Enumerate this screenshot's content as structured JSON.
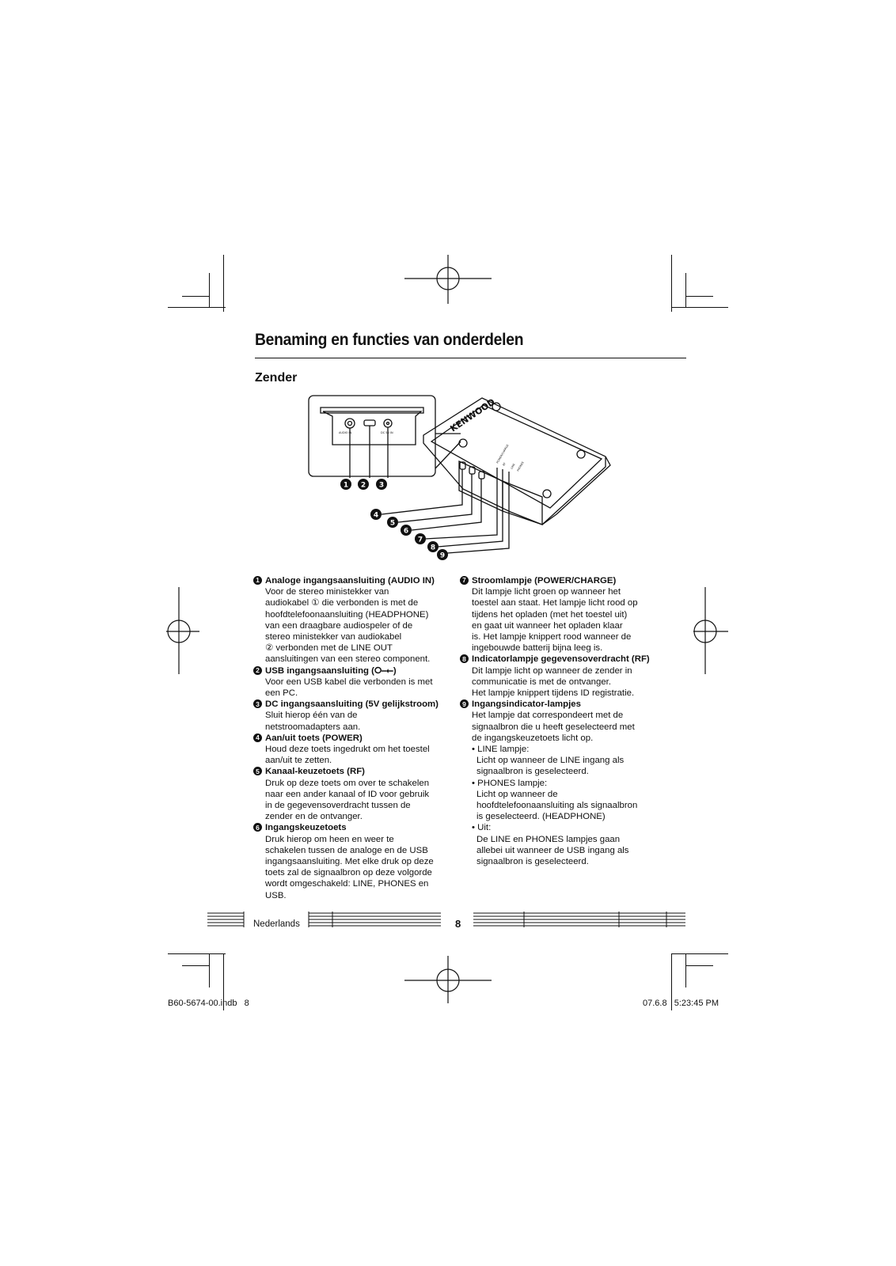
{
  "page": {
    "title": "Benaming en functies van onderdelen",
    "subtitle": "Zender"
  },
  "figure": {
    "brand": "KENWOOD",
    "jack_labels": [
      "AUDIO IN",
      "DC 5V IN"
    ],
    "led_labels": [
      "POWER/CHARGE",
      "RF",
      "LINE",
      "PHONES"
    ],
    "callouts": [
      "1",
      "2",
      "3",
      "4",
      "5",
      "6",
      "7",
      "8",
      "9"
    ]
  },
  "items_left": [
    {
      "num": "1",
      "title": "Analoge ingangsaansluiting (AUDIO IN)",
      "body": [
        "Voor de stereo ministekker van",
        "audiokabel ① die verbonden is met de",
        "hoofdtelefoonaansluiting (HEADPHONE)",
        "van een draagbare audiospeler of de",
        "stereo ministekker van audiokabel",
        "② verbonden met de LINE OUT",
        "aansluitingen van een stereo component."
      ]
    },
    {
      "num": "2",
      "title": "USB ingangsaansluiting (⭘⎯⭠)",
      "body": [
        "Voor een USB kabel die verbonden is met",
        "een PC."
      ]
    },
    {
      "num": "3",
      "title": "DC ingangsaansluiting (5V gelijkstroom)",
      "body": [
        "Sluit hierop één van de",
        "netstroomadapters aan."
      ]
    },
    {
      "num": "4",
      "title": "Aan/uit toets (POWER)",
      "body": [
        "Houd deze toets ingedrukt om het toestel",
        "aan/uit te zetten."
      ]
    },
    {
      "num": "5",
      "title": "Kanaal-keuzetoets (RF)",
      "body": [
        "Druk op deze toets om over te schakelen",
        "naar een ander kanaal of ID voor gebruik",
        "in de gegevensoverdracht tussen de",
        "zender en de ontvanger."
      ]
    },
    {
      "num": "6",
      "title": "Ingangskeuzetoets",
      "body": [
        "Druk hierop om heen en weer te",
        "schakelen tussen de analoge en de USB",
        "ingangsaansluiting. Met elke druk op deze",
        "toets zal de signaalbron op deze volgorde",
        "wordt omgeschakeld: LINE, PHONES en",
        "USB."
      ]
    }
  ],
  "items_right": [
    {
      "num": "7",
      "title": "Stroomlampje (POWER/CHARGE)",
      "body": [
        "Dit lampje licht groen op wanneer het",
        "toestel aan staat. Het lampje licht rood op",
        "tijdens het opladen (met het toestel uit)",
        "en gaat uit wanneer het opladen klaar",
        "is. Het lampje knippert rood wanneer de",
        "ingebouwde batterij bijna leeg is."
      ]
    },
    {
      "num": "8",
      "title": "Indicatorlampje gegevensoverdracht (RF)",
      "body": [
        "Dit lampje licht op wanneer de zender in",
        "communicatie is met de ontvanger.",
        "Het lampje knippert tijdens ID registratie."
      ]
    },
    {
      "num": "9",
      "title": "Ingangsindicator-lampjes",
      "body": [
        "Het lampje dat correspondeert met de",
        "signaalbron die u heeft geselecteerd met",
        "de ingangskeuzetoets licht op."
      ],
      "subs": [
        {
          "head": "• LINE lampje:",
          "body": [
            "Licht op wanneer de LINE ingang als",
            "signaalbron is geselecteerd."
          ]
        },
        {
          "head": "• PHONES lampje:",
          "body": [
            "Licht op wanneer de",
            "hoofdtelefoonaansluiting als signaalbron",
            "is geselecteerd. (HEADPHONE)"
          ]
        },
        {
          "head": "• Uit:",
          "body": [
            "De LINE en PHONES lampjes gaan",
            "allebei uit wanneer de USB ingang als",
            "signaalbron is geselecteerd."
          ]
        }
      ]
    }
  ],
  "footer": {
    "language": "Nederlands",
    "page_number": "8",
    "slug_left": "B60-5674-00.indb   8",
    "slug_right": "07.6.8   5:23:45 PM"
  }
}
